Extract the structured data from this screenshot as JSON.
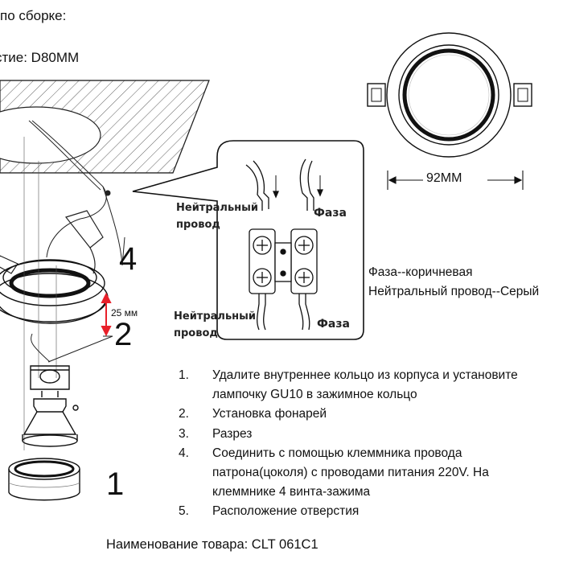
{
  "header": {
    "title": "по сборке:",
    "cutout_label": "стие: D80MM"
  },
  "top_view": {
    "diameter_label": "92MM"
  },
  "callouts": {
    "n1": "1",
    "n2": "2",
    "n4": "4",
    "gap_label": "25 мм"
  },
  "wiring": {
    "neutral_top": "Нейтральный\nпровод",
    "phase_top": "Фаза",
    "neutral_bottom": "Нейтральный\nпровод",
    "phase_bottom": "Фаза"
  },
  "legend": {
    "line1": "Фаза--коричневая",
    "line2": "Нейтральный провод--Серый"
  },
  "steps": [
    {
      "num": "1.",
      "text": "Удалите внутреннее кольцо из корпуса и установите\nлампочку GU10 в зажимное кольцо"
    },
    {
      "num": "2.",
      "text": "Установка фонарей"
    },
    {
      "num": "3.",
      "text": "Разрез"
    },
    {
      "num": "4.",
      "text": "Соединить с помощью клеммника провода\nпатрона(цоколя) с проводами питания 220V. На\nклеммнике 4 винта-зажима"
    },
    {
      "num": "5.",
      "text": "Расположение отверстия"
    }
  ],
  "product": {
    "label": "Наименование товара: CLT 061C1"
  },
  "colors": {
    "arrow_red": "#e8202a",
    "line": "#111111"
  }
}
